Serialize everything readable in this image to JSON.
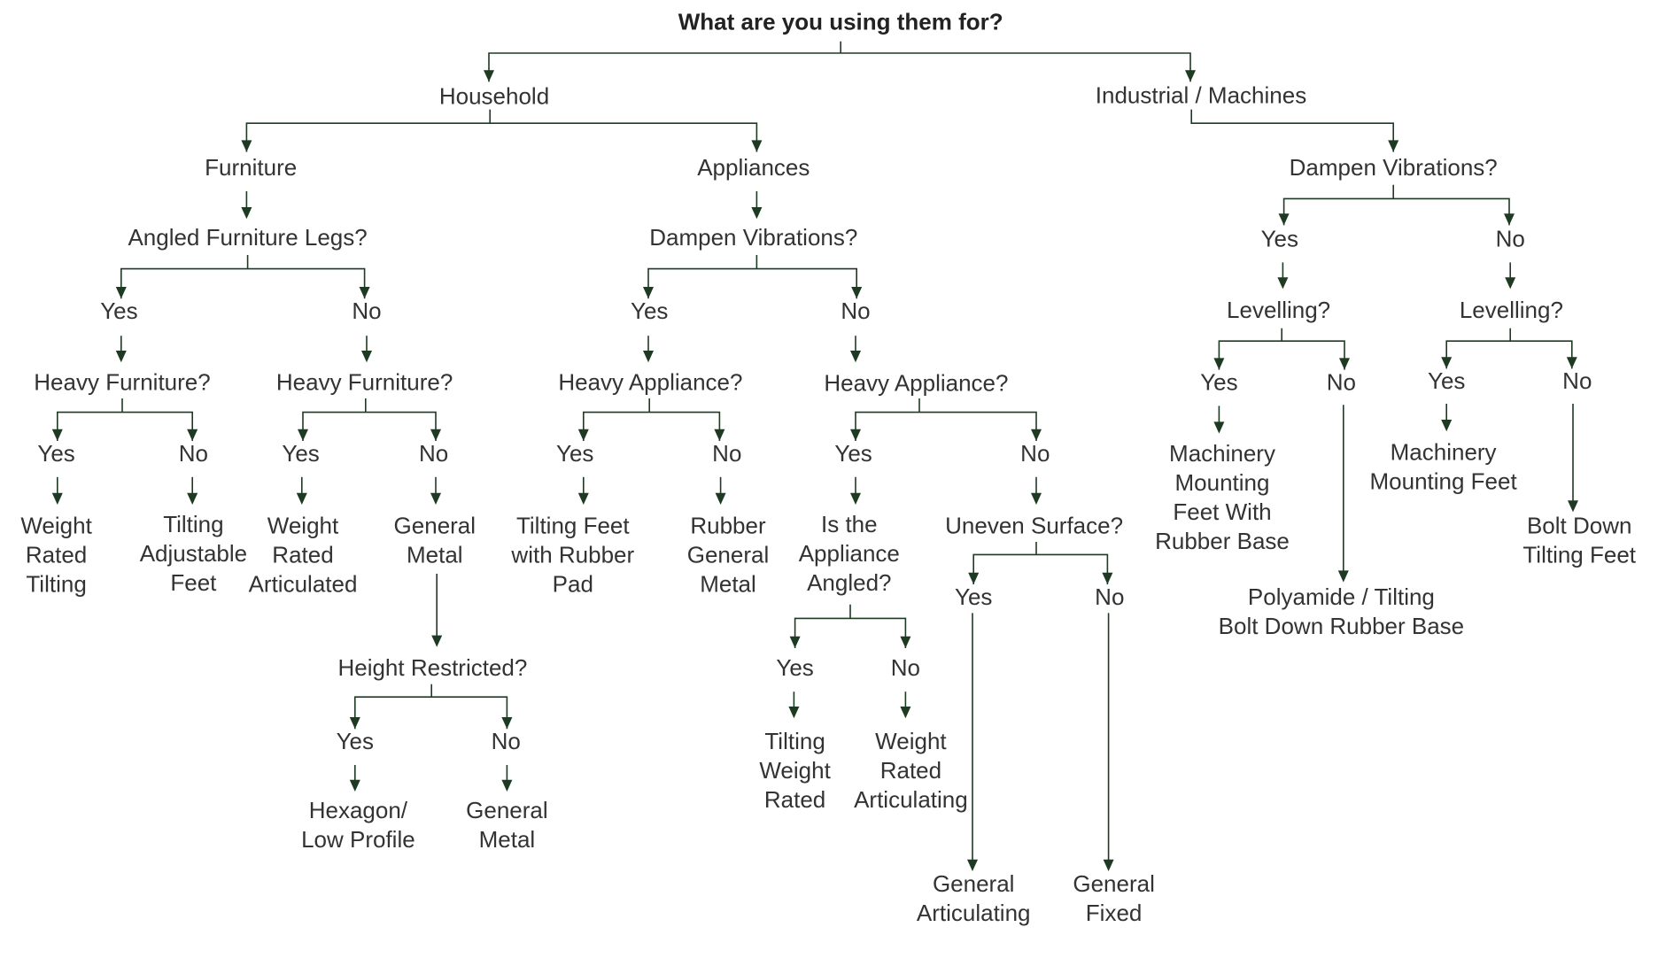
{
  "colors": {
    "text": "#333333",
    "connector": "#1e3a23",
    "background": "#ffffff"
  },
  "title": "What are you using them for?",
  "nodes": {
    "household": "Household",
    "industrial": "Industrial / Machines",
    "furniture": "Furniture",
    "appliances": "Appliances",
    "angled_legs": "Angled Furniture Legs?",
    "f_yes": "Yes",
    "f_no": "No",
    "f_heavy1": "Heavy Furniture?",
    "f_heavy2": "Heavy Furniture?",
    "f1_yes": "Yes",
    "f1_no": "No",
    "f2_yes": "Yes",
    "f2_no": "No",
    "weight_rated_tilting": [
      "Weight",
      "Rated",
      "Tilting"
    ],
    "tilting_adjustable_feet": [
      "Tilting",
      "Adjustable",
      "Feet"
    ],
    "weight_rated_articulated": [
      "Weight",
      "Rated",
      "Articulated"
    ],
    "general_metal_1": [
      "General",
      "Metal"
    ],
    "height_restricted": "Height Restricted?",
    "h_yes": "Yes",
    "h_no": "No",
    "hexagon_low_profile": [
      "Hexagon/",
      "Low Profile"
    ],
    "general_metal_2": [
      "General",
      "Metal"
    ],
    "a_dampen": "Dampen Vibrations?",
    "a_yes": "Yes",
    "a_no": "No",
    "a_heavy1": "Heavy Appliance?",
    "a_heavy2": "Heavy Appliance?",
    "a1_yes": "Yes",
    "a1_no": "No",
    "a2_yes": "Yes",
    "a2_no": "No",
    "tilting_feet_rubber_pad": [
      "Tilting Feet",
      "with Rubber",
      "Pad"
    ],
    "rubber_general_metal": [
      "Rubber",
      "General",
      "Metal"
    ],
    "appliance_angled": [
      "Is the",
      "Appliance",
      "Angled?"
    ],
    "uneven_surface": "Uneven Surface?",
    "ang_yes": "Yes",
    "ang_no": "No",
    "tilting_weight_rated": [
      "Tilting",
      "Weight",
      "Rated"
    ],
    "weight_rated_articulating": [
      "Weight",
      "Rated",
      "Articulating"
    ],
    "u_yes": "Yes",
    "u_no": "No",
    "general_articulating": [
      "General",
      "Articulating"
    ],
    "general_fixed": [
      "General",
      "Fixed"
    ],
    "i_dampen": "Dampen Vibrations?",
    "i_yes": "Yes",
    "i_no": "No",
    "i_level1": "Levelling?",
    "i_level2": "Levelling?",
    "l1_yes": "Yes",
    "l1_no": "No",
    "l2_yes": "Yes",
    "l2_no": "No",
    "machinery_rubber_base": [
      "Machinery",
      "Mounting",
      "Feet With",
      "Rubber Base"
    ],
    "polyamide_tilting": [
      "Polyamide / Tilting",
      "Bolt Down Rubber Base"
    ],
    "machinery_mounting_feet": [
      "Machinery",
      "Mounting Feet"
    ],
    "bolt_down_tilting": [
      "Bolt Down",
      "Tilting Feet"
    ]
  }
}
